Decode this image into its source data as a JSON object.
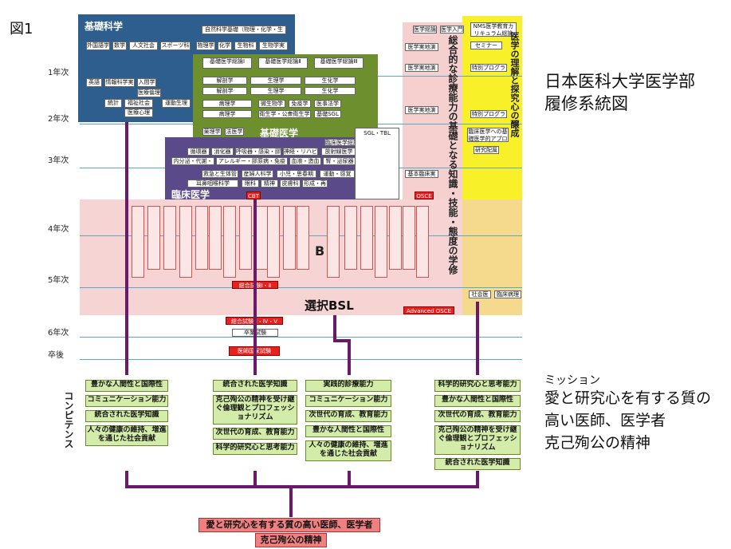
{
  "figure_label": "図1",
  "title_lines": [
    "日本医科大学医学部",
    "履修系統図"
  ],
  "mission": {
    "label": "ミッション",
    "lines": [
      "愛と研究心を有する質の",
      "高い医師、医学者",
      "克己殉公の精神"
    ]
  },
  "years": [
    "1年次",
    "2年次",
    "3年次",
    "4年次",
    "5年次",
    "6年次",
    "卒後"
  ],
  "competence_label": "コンピテンス",
  "basic_science": {
    "title": "基礎科学",
    "top_box": "自然科学基礎（物理・化学・生物）",
    "row1": [
      "外国語学",
      "数学",
      "人文社会学",
      "スポーツ科学"
    ],
    "row1b": [
      "物理学",
      "化学",
      "生物科学",
      "生物学実験"
    ],
    "row2": [
      "英語",
      "情報科学実習",
      "入間学",
      "医療倫理学",
      "統計学",
      "福祉社会論",
      "運動生理学",
      "医療心理学"
    ]
  },
  "basic_medicine": {
    "title": "基礎医学",
    "rows": [
      [
        "基礎医学総論Ⅰ",
        "基礎医学総論Ⅱ",
        "基礎医学総論Ⅲ"
      ],
      [
        "解剖学",
        "生理学",
        "生化学"
      ],
      [
        "解剖学",
        "生理学",
        "生化学"
      ],
      [
        "病理学",
        "微生物学",
        "免疫学",
        "医事法学"
      ],
      [
        "病理学",
        "衛生学・公衆衛生学",
        "基礎SGL"
      ],
      [
        "薬理学",
        "法医学"
      ]
    ]
  },
  "clinical": {
    "title": "臨床医学",
    "header_box": "臨床医学総論",
    "rows": [
      [
        "循環器",
        "消化器",
        "呼吸器・感染・膠原",
        "神経・リハビリ",
        "放射線医学"
      ],
      [
        "内分泌・代謝・栄養",
        "アレルギー・膠原病・免疫",
        "血液・造血器",
        "腎・泌尿器"
      ],
      [
        "救急と生体管理",
        "産婦人科学",
        "小児・思春期医学",
        "運動・感覚"
      ],
      [
        "眼科学",
        "精神医学",
        "皮膚科学",
        "形成・再建",
        "耳鼻咽喉科学"
      ]
    ],
    "sgl": "SGL・TBL",
    "cbt": "CBT"
  },
  "right_column": {
    "top": [
      "医学総論",
      "医学入門",
      "NMS医学教育カリキュラム総論",
      "セミナー"
    ],
    "special": [
      "特別プログラム",
      "特別プログラム"
    ],
    "clinical_intro": "臨床医学への基礎医学的アプローチ",
    "research": "研究配属",
    "vertical": "医学の理解と探究心の醸成"
  },
  "practice": {
    "items": [
      "医学実地演習Ⅰ",
      "医学実地演習Ⅱ",
      "医学実地演習Ⅲ",
      "基本臨床実習"
    ],
    "osce": "OSCE",
    "advanced_osce": "Advanced OSCE",
    "vertical": "総合的な診療能力の基礎となる知識・技能・態度の学修"
  },
  "bsl": {
    "label": "BSL",
    "select_label": "選択BSL",
    "community": [
      "社会医学",
      "臨床病理学"
    ],
    "exam1": "総合試験Ⅰ・Ⅱ",
    "exam2": "総合試験Ⅲ・Ⅳ・Ⅴ",
    "exam3": "卒業試験",
    "national": "医師国家試験"
  },
  "competencies": [
    [
      "豊かな人間性と国際性",
      "コミュニケーション能力",
      "統合された医学知識",
      "人々の健康の維持、増進を通じた社会貢献"
    ],
    [
      "統合された医学知識",
      "克己殉公の精神を受け継ぐ倫理観とプロフェッショナリズム",
      "次世代の育成、教育能力",
      "科学的研究心と思考能力"
    ],
    [
      "実践的診療能力",
      "コミュニケーション能力",
      "次世代の育成、教育能力",
      "豊かな人間性と国際性",
      "人々の健康の維持、増進を通じた社会貢献"
    ],
    [
      "科学的研究心と思考能力",
      "豊かな人間性と国際性",
      "次世代の育成、教育能力",
      "克己殉公の精神を受け継ぐ倫理観とプロフェッショナリズム",
      "統合された医学知識"
    ]
  ],
  "final": [
    "愛と研究心を有する質の高い医師、医学者",
    "克己殉公の精神"
  ],
  "colors": {
    "basic_science": "#2e5e8e",
    "basic_medicine": "#6e8f2e",
    "clinical": "#5a4a8a",
    "right": "#f8f028",
    "pink": "#f7d4d4",
    "arrow": "#6b1a6b"
  }
}
